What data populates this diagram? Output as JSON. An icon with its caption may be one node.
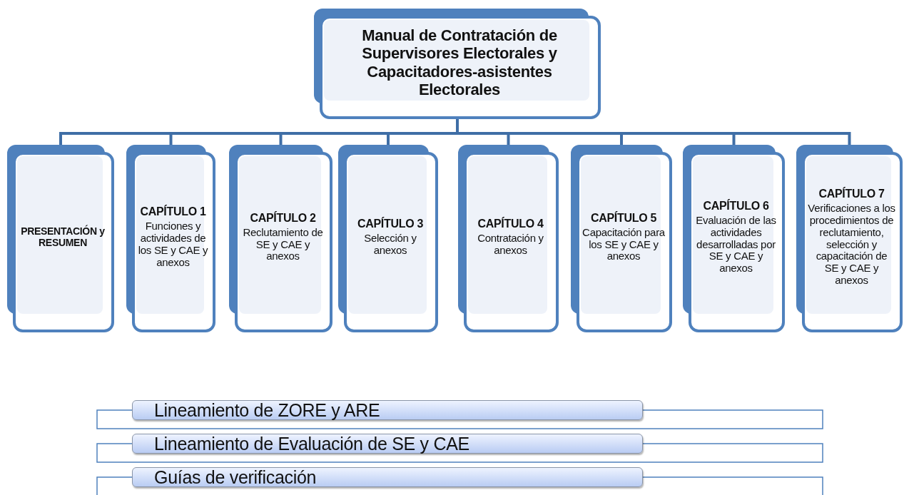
{
  "diagram": {
    "nodes": [
      {
        "text": [
          "Manual de Contratación de Supervisores Electorales y Capacitadores-asistentes Electorales"
        ]
      },
      {
        "text": [
          "PRESENTACIÓN y RESUMEN"
        ]
      },
      {
        "text": [
          "CAPÍTULO 1",
          "Funciones y actividades de los SE y CAE y anexos"
        ]
      },
      {
        "text": [
          "CAPÍTULO 2",
          "Reclutamiento de SE y CAE y anexos"
        ]
      },
      {
        "text": [
          "CAPÍTULO 3",
          "Selección y anexos"
        ]
      },
      {
        "text": [
          "CAPÍTULO 4",
          "Contratación y anexos"
        ]
      },
      {
        "text": [
          "CAPÍTULO 5",
          "Capacitación para los SE y CAE y anexos"
        ]
      },
      {
        "text": [
          "CAPÍTULO 6",
          "Evaluación de las actividades desarrolladas por SE y CAE y anexos"
        ]
      },
      {
        "text": [
          "CAPÍTULO 7",
          "Verificaciones a los procedimientos de reclutamiento, selección y capacitación de SE y CAE y anexos"
        ]
      },
      {
        "text": [
          "Lineamiento de ZORE y ARE"
        ]
      },
      {
        "text": [
          "Lineamiento de Evaluación de SE y CAE"
        ]
      },
      {
        "text": [
          "Guías de verificación"
        ]
      }
    ],
    "edges": [
      {
        "from": 0,
        "to": 1,
        "arrow": "none"
      },
      {
        "from": 0,
        "to": 2,
        "arrow": "none"
      },
      {
        "from": 0,
        "to": 3,
        "arrow": "none"
      },
      {
        "from": 0,
        "to": 4,
        "arrow": "none"
      },
      {
        "from": 0,
        "to": 5,
        "arrow": "none"
      },
      {
        "from": 0,
        "to": 6,
        "arrow": "none"
      },
      {
        "from": 0,
        "to": 7,
        "arrow": "none"
      },
      {
        "from": 0,
        "to": 8,
        "arrow": "none"
      }
    ]
  }
}
